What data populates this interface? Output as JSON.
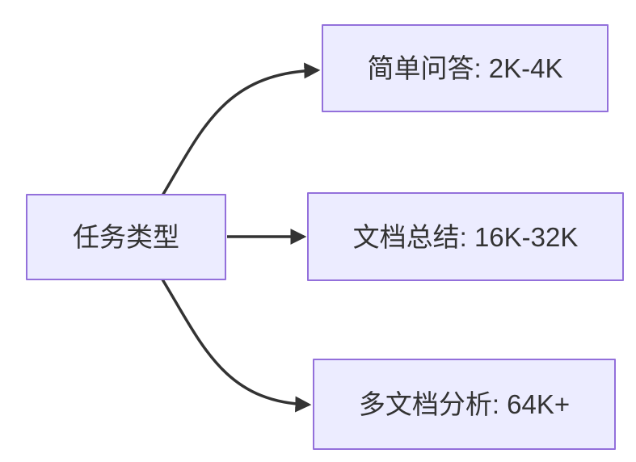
{
  "diagram": {
    "type": "flowchart-LR",
    "root": {
      "label": "任务类型"
    },
    "branches": [
      {
        "label": "简单问答: 2K-4K"
      },
      {
        "label": "文档总结: 16K-32K"
      },
      {
        "label": "多文档分析: 64K+"
      }
    ],
    "edges": [
      {
        "from": "任务类型",
        "to": "简单问答: 2K-4K"
      },
      {
        "from": "任务类型",
        "to": "文档总结: 16K-32K"
      },
      {
        "from": "任务类型",
        "to": "多文档分析: 64K+"
      }
    ],
    "colors": {
      "node_fill": "#ECECFF",
      "node_border": "#9370DB",
      "text": "#333333",
      "edge": "#333333",
      "background": "#FFFFFF"
    }
  }
}
